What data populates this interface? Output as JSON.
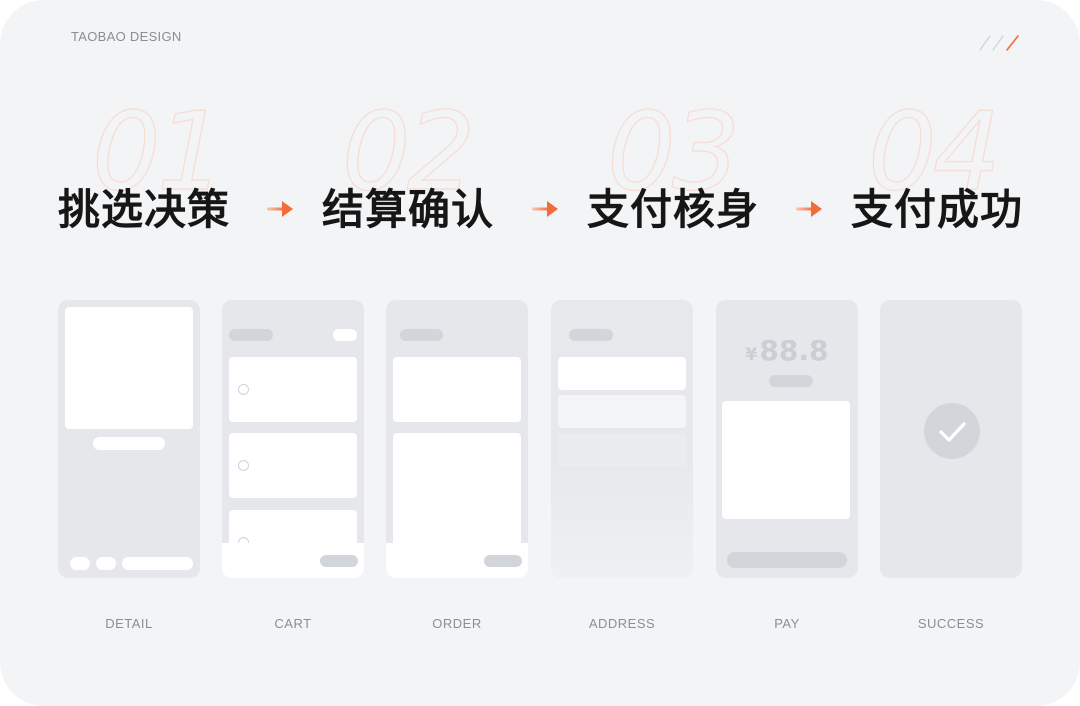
{
  "brand": "TAOBAO DESIGN",
  "icons": {
    "slashes": "triple-slash-icon",
    "arrow": "arrow-right-icon",
    "check": "checkmark-icon"
  },
  "colors": {
    "accent": "#f26b3a",
    "background": "#f3f4f6",
    "title": "#161616"
  },
  "steps": [
    {
      "number": "01",
      "title": "挑选决策"
    },
    {
      "number": "02",
      "title": "结算确认"
    },
    {
      "number": "03",
      "title": "支付核身"
    },
    {
      "number": "04",
      "title": "支付成功"
    }
  ],
  "screens": [
    {
      "label": "DETAIL"
    },
    {
      "label": "CART"
    },
    {
      "label": "ORDER"
    },
    {
      "label": "ADDRESS"
    },
    {
      "label": "PAY",
      "currency": "¥",
      "amount": "88.8"
    },
    {
      "label": "SUCCESS"
    }
  ]
}
